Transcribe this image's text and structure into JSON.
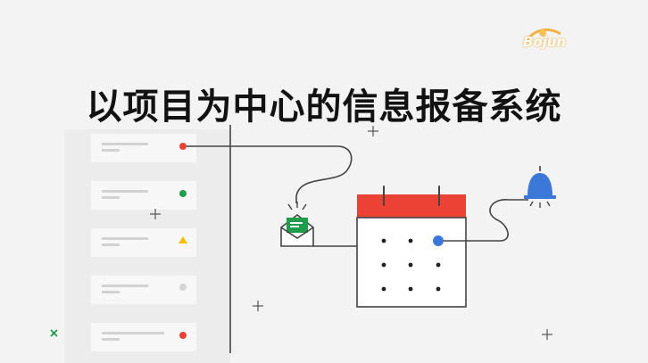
{
  "title": "以项目为中心的信息报备系统",
  "logo": {
    "icon": "bojun-logo-icon",
    "text": "Bojun"
  },
  "colors": {
    "background": "#f3f3f3",
    "red": "#ea4335",
    "green": "#1e9e4a",
    "yellow": "#fbbc04",
    "blue": "#3c78d8",
    "grey_dot": "#d6d6d6",
    "line": "#444444"
  },
  "list_cards": [
    {
      "status": "red"
    },
    {
      "status": "green"
    },
    {
      "status": "yellow"
    },
    {
      "status": "grey"
    },
    {
      "status": "red"
    }
  ],
  "icons": [
    "envelope-icon",
    "calendar-icon",
    "bell-icon",
    "sparkle-icon",
    "close-icon"
  ]
}
